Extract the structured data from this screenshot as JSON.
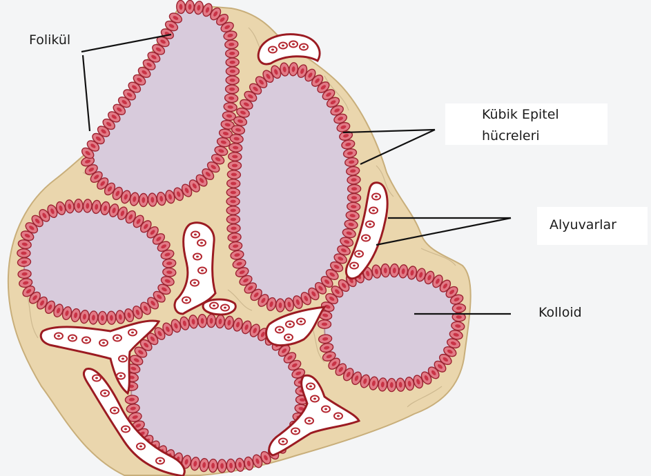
{
  "labels": {
    "folikul": "Folikül",
    "kubik_line1": "Kübik Epitel",
    "kubik_line2": "hücreleri",
    "alyuvarlar": "Alyuvarlar",
    "kolloid": "Kolloid"
  },
  "colors": {
    "background": "#f4f5f6",
    "connective_tissue": "#ead6ad",
    "connective_outline": "#c8ae7a",
    "colloid": "#d8cbdc",
    "epithelial_cell": "#e27a86",
    "cell_outline": "#9b2230",
    "nucleus": "#c93346",
    "vessel_wall": "#9b1b22",
    "vessel_lumen": "#ffffff",
    "erythrocyte": "#b3262f",
    "label_line": "#111111"
  }
}
